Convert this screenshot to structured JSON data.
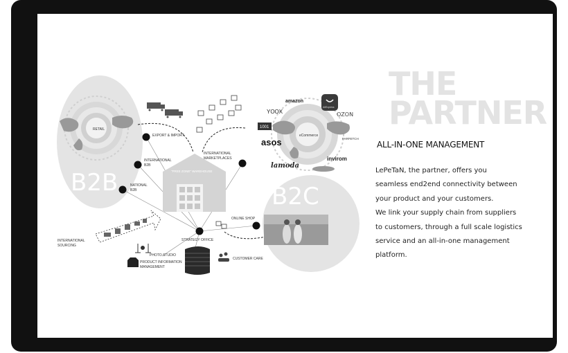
{
  "title": {
    "line1": "THE",
    "line2": "PARTNER"
  },
  "subtitle": "ALL-IN-ONE MANAGEMENT",
  "body_lines": [
    "LePeTaN, the partner, offers you",
    "seamless end2end connectivity between",
    "your product and your customers.",
    "We link your supply chain from suppliers",
    "to customers, through a full scale logistics",
    "service and an all-in-one management",
    "platform."
  ],
  "diagram": {
    "b2b_label": "B2B",
    "b2c_label": "B2C",
    "retail_label": "RETAIL",
    "ecommerce_label": "eCommerce",
    "warehouse_label": "\"FREE ZONE\" WAREHOUSE",
    "nodes": {
      "export_import": "EXPORT & IMPORT",
      "international_b2b_1": "INTERNATIONAL",
      "international_b2b_2": "B2B",
      "national_b2b_1": "NATIONAL",
      "national_b2b_2": "B2B",
      "international_marketplaces_1": "INTERNATIONAL",
      "international_marketplaces_2": "MARKETPLACES",
      "online_shop": "ONLINE SHOP",
      "strategy_office": "STRATEGY OFFICE",
      "international_sourcing_1": "INTERNATIONAL",
      "international_sourcing_2": "SOURCING",
      "photo_studio": "PHOTO STUDIO",
      "product_info_1": "PRODUCT INFORMATION",
      "product_info_2": "MANAGEMENT",
      "customer_care": "CUSTOMER CARE"
    },
    "brands": {
      "amazon": "amazon",
      "yoox": "YOOX",
      "ozon": "OZON",
      "aliexpress": "AliExpress",
      "asos": "asos",
      "farfetch": "FARFETCH",
      "lamoda": "lamoda",
      "inviron": "invirom",
      "tmall": "1001"
    }
  }
}
